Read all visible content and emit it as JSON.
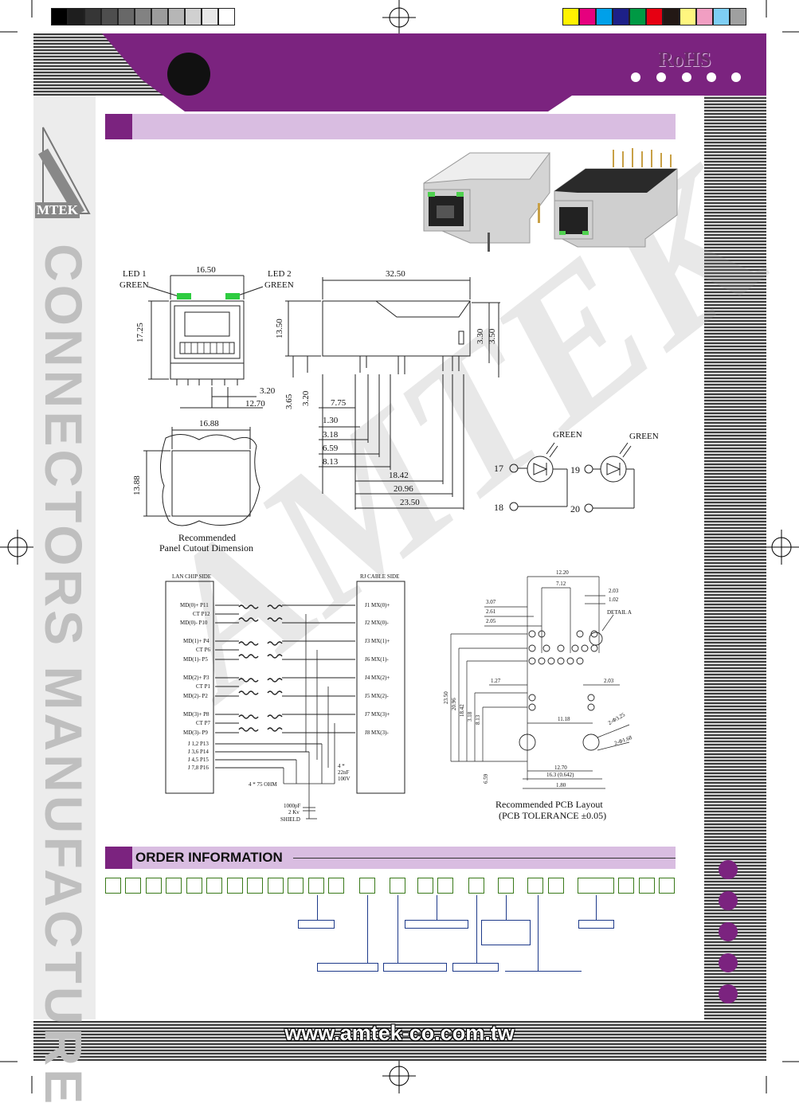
{
  "badge": "RoHS",
  "brand": {
    "logo_text": "MTEK",
    "side_text": "CONNECTORS MANUFACTURE",
    "watermark": "AMTEK"
  },
  "colors": {
    "purple": "#7b237f",
    "light_purple": "#d9bde1",
    "green_box": "#3a7a1a",
    "line_blue": "#1e3a8a"
  },
  "front_view": {
    "led1": "LED 1",
    "led1_color": "GREEN",
    "led2": "LED 2",
    "led2_color": "GREEN",
    "width": "16.50",
    "height": "17.25",
    "d1": "3.20",
    "d2": "12.70"
  },
  "side_view": {
    "length": "32.50",
    "height": "13.50",
    "h2": "3.30",
    "h3": "3.50",
    "pin_len": "3.65",
    "pin_len2": "3.20",
    "off": "7.75",
    "offsets": [
      "1.30",
      "3.18",
      "6.59",
      "8.13",
      "18.42",
      "20.96",
      "23.50"
    ]
  },
  "cutout": {
    "width": "16.88",
    "height": "13.88",
    "caption_line1": "Recommended",
    "caption_line2": "Panel Cutout Dimension"
  },
  "leds": {
    "color1": "GREEN",
    "color2": "GREEN",
    "pins": [
      "17",
      "18",
      "19",
      "20"
    ]
  },
  "schematic": {
    "left_header": "LAN CHIP SIDE",
    "right_header": "RJ CABLE SIDE",
    "left_pins": [
      "MD(0)+ P11",
      "CT P12",
      "MD(0)- P10",
      "MD(1)+ P4",
      "CT P6",
      "MD(1)- P5",
      "MD(2)+ P3",
      "CT P1",
      "MD(2)- P2",
      "MD(3)+ P8",
      "CT P7",
      "MD(3)- P9",
      "J 1,2 P13",
      "J 3,6 P14",
      "J 4,5 P15",
      "J 7,8 P16"
    ],
    "right_pins": [
      "J1 MX(0)+",
      "J2 MX(0)-",
      "J3 MX(1)+",
      "J6 MX(1)-",
      "J4 MX(2)+",
      "J5 MX(2)-",
      "J7 MX(3)+",
      "J8 MX(3)-"
    ],
    "res": "4 * 75 OHM",
    "cap1": "4 *",
    "cap2": "22nF",
    "cap3": "100V",
    "shield1": "1000pF",
    "shield2": "2 Kv",
    "shield3": "SHIELD"
  },
  "pcb": {
    "dims": [
      "12.20",
      "7.12",
      "2.03",
      "1.02",
      "3.07",
      "2.61",
      "2.05",
      "1.27",
      "2.03",
      "11.18",
      "12.70",
      "16.3 (0.642)",
      "1.80",
      "23.50",
      "20.96",
      "18.42",
      "3.18",
      "8.13",
      "6.59",
      "2-Φ3.25",
      "2-Φ1.68"
    ],
    "detail": "DETAIL A",
    "caption_line1": "Recommended PCB Layout",
    "caption_line2": "(PCB TOLERANCE ±0.05)"
  },
  "order": {
    "title": "ORDER INFORMATION"
  },
  "footer": {
    "url": "www.amtek-co.com.tw"
  }
}
